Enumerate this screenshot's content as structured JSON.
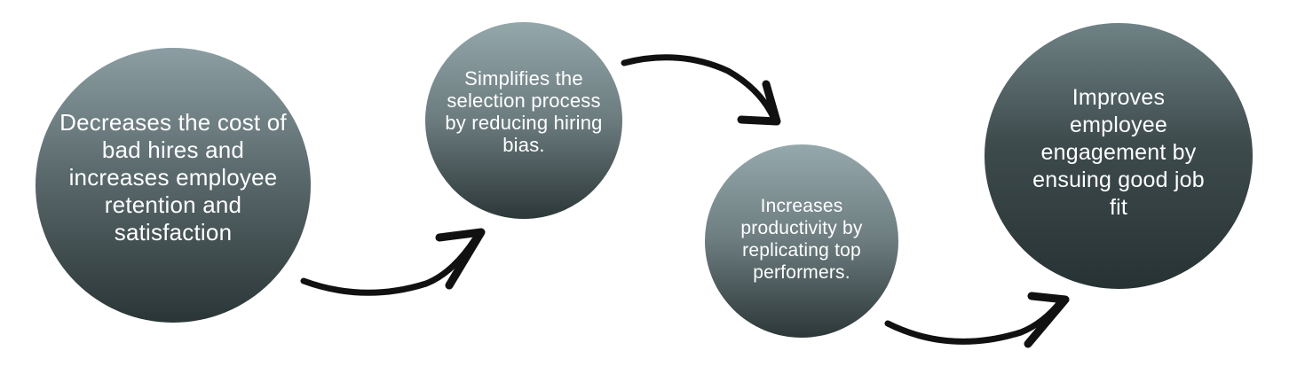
{
  "steps": [
    {
      "text": "Decreases the cost of bad hires and increases employee retention and satisfaction"
    },
    {
      "text": "Simplifies the selection process by reducing hiring bias."
    },
    {
      "text": "Increases productivity by replicating top performers."
    },
    {
      "text": "Improves employee engagement by ensuing good job fit"
    }
  ],
  "colors": {
    "circle_dark": "#273233",
    "circle_light": "#94a7ab",
    "arrow": "#111111",
    "text": "#ffffff"
  }
}
